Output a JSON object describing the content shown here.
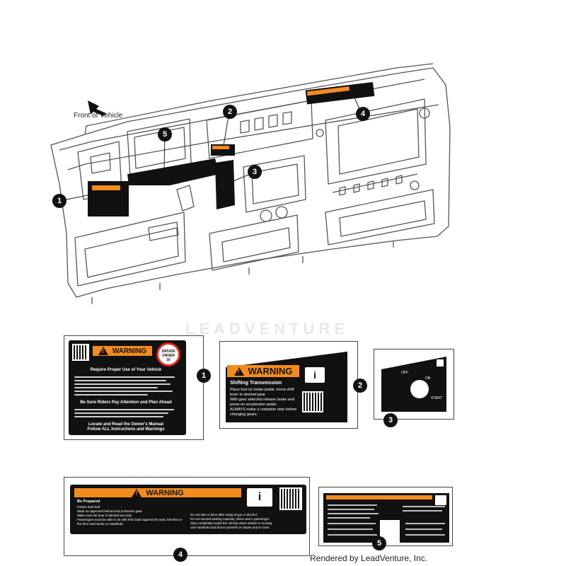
{
  "diagram": {
    "front_label": "Front of Vehicle",
    "watermark": "LEADVENTURE",
    "credit": "Rendered by LeadVenture, Inc.",
    "callouts": [
      "1",
      "2",
      "3",
      "4",
      "5"
    ],
    "colors": {
      "orange": "#f28c1e",
      "black": "#111111",
      "line": "#555555"
    }
  },
  "labels": {
    "l1": {
      "warning": "WARNING",
      "badge_line1": "DRIVER",
      "badge_line2": "UNDER",
      "badge_line3": "16",
      "heading1": "Require Proper Use of Your Vehicle",
      "heading2": "Be Sure Riders Pay Attention and Plan Ahead",
      "footer1": "Locate and Read the Owner's Manual",
      "footer2": "Follow ALL Instructions and Warnings"
    },
    "l2": {
      "warning": "WARNING",
      "heading": "Shifting Transmission",
      "items": [
        "Place foot on brake pedal, move shift lever to desired gear",
        "With gear selected release brake and press on accelerator pedal.",
        "ALWAYS make a complete stop before changing gears."
      ]
    },
    "l3": {
      "off": "OFF",
      "on": "ON",
      "start": "START"
    },
    "l4": {
      "warning": "WARNING",
      "heading": "Be Prepared",
      "left_items": [
        "Fasten seat belt.",
        "Wear an approved helmet and protective gear.",
        "Make sure the door is latched securely.",
        "Passengers must be able to sit with their back against the seat, feet flat on the floor and hands on handhold."
      ],
      "right_items": [
        "Do not ride or drive after using drugs or alcohol.",
        "Do not exceed seating capacity: driver and 1 passenger.",
        "Stay completely inside the vehicle when vehicle is moving.",
        "Use handhold and brace yourself on slopes and in turns."
      ]
    }
  }
}
